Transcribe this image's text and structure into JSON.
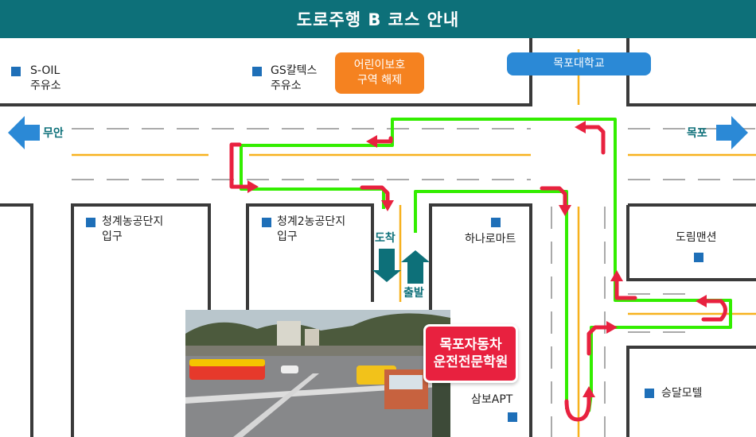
{
  "title": "도로주행 B 코스 안내",
  "labels": {
    "soil": "S-OIL",
    "soil_sub": "주유소",
    "gs": "GS칼텍스",
    "gs_sub": "주유소",
    "children_zone_1": "어린이보호",
    "children_zone_2": "구역 해제",
    "univ": "목포대학교",
    "left_dir": "무안",
    "right_dir": "목포",
    "cheonggye1_1": "청계농공단지",
    "cheonggye1_2": "입구",
    "cheonggye2_1": "청계2농공단지",
    "cheonggye2_2": "입구",
    "arrive": "도착",
    "depart": "출발",
    "hanaro": "하나로마트",
    "dorim": "도림맨션",
    "school_1": "목포자동차",
    "school_2": "운전전문학원",
    "sambo": "삼보APT",
    "seungdal": "승달모텔"
  },
  "colors": {
    "header": "#0d7079",
    "route": "#33ee00",
    "arrow": "#e8213f",
    "marker": "#1e6fb8",
    "children_zone": "#f58220",
    "univ": "#2b89d6",
    "lane_center": "#f7b11e",
    "lane_dash": "#aaaaaa"
  },
  "icons": [
    "west-arrow-icon",
    "east-arrow-icon",
    "down-arrow-icon",
    "up-arrow-icon",
    "location-marker-icon"
  ]
}
